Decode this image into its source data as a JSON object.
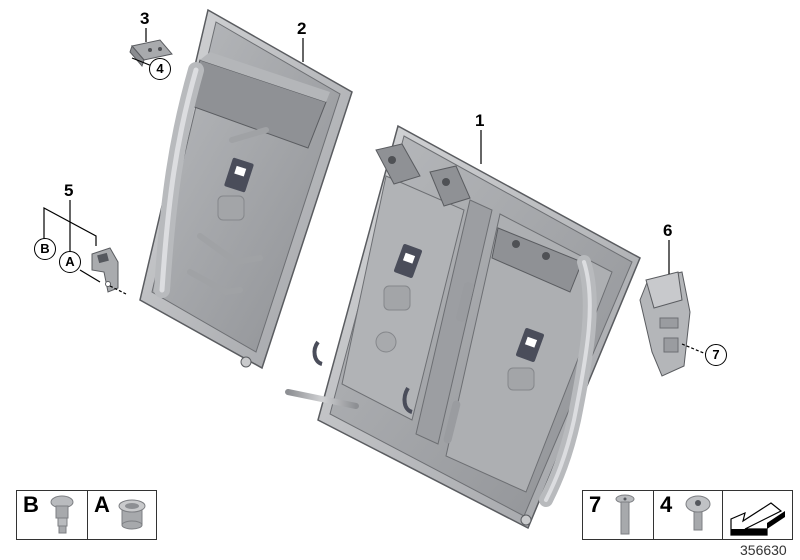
{
  "diagram": {
    "type": "exploded-parts-diagram",
    "subject": "rear seat backrest frames",
    "reference_number": "356630",
    "callouts": [
      {
        "id": "1",
        "style": "plain",
        "label": "1"
      },
      {
        "id": "2",
        "style": "plain",
        "label": "2"
      },
      {
        "id": "3",
        "style": "plain",
        "label": "3"
      },
      {
        "id": "4",
        "style": "circled",
        "label": "4"
      },
      {
        "id": "5",
        "style": "plain",
        "label": "5"
      },
      {
        "id": "B",
        "style": "circled",
        "label": "B"
      },
      {
        "id": "A",
        "style": "circled",
        "label": "A"
      },
      {
        "id": "6",
        "style": "plain",
        "label": "6"
      },
      {
        "id": "7",
        "style": "circled",
        "label": "7"
      }
    ],
    "legend_left": {
      "cells": [
        {
          "label": "B",
          "part": "stepped-pin-bolt"
        },
        {
          "label": "A",
          "part": "flanged-bushing"
        }
      ]
    },
    "legend_right": {
      "cells": [
        {
          "label": "7",
          "part": "countersunk-screw"
        },
        {
          "label": "4",
          "part": "flange-head-screw"
        },
        {
          "label": "",
          "part": "direction-arrow-icon"
        }
      ]
    }
  },
  "colors": {
    "frame_light": "#c9cacc",
    "frame_mid": "#a7a9ac",
    "frame_dark": "#7d7f83",
    "frame_outline": "#5a5c60",
    "latch": "#4a4d5a",
    "text": "#000000",
    "border": "#333333"
  }
}
